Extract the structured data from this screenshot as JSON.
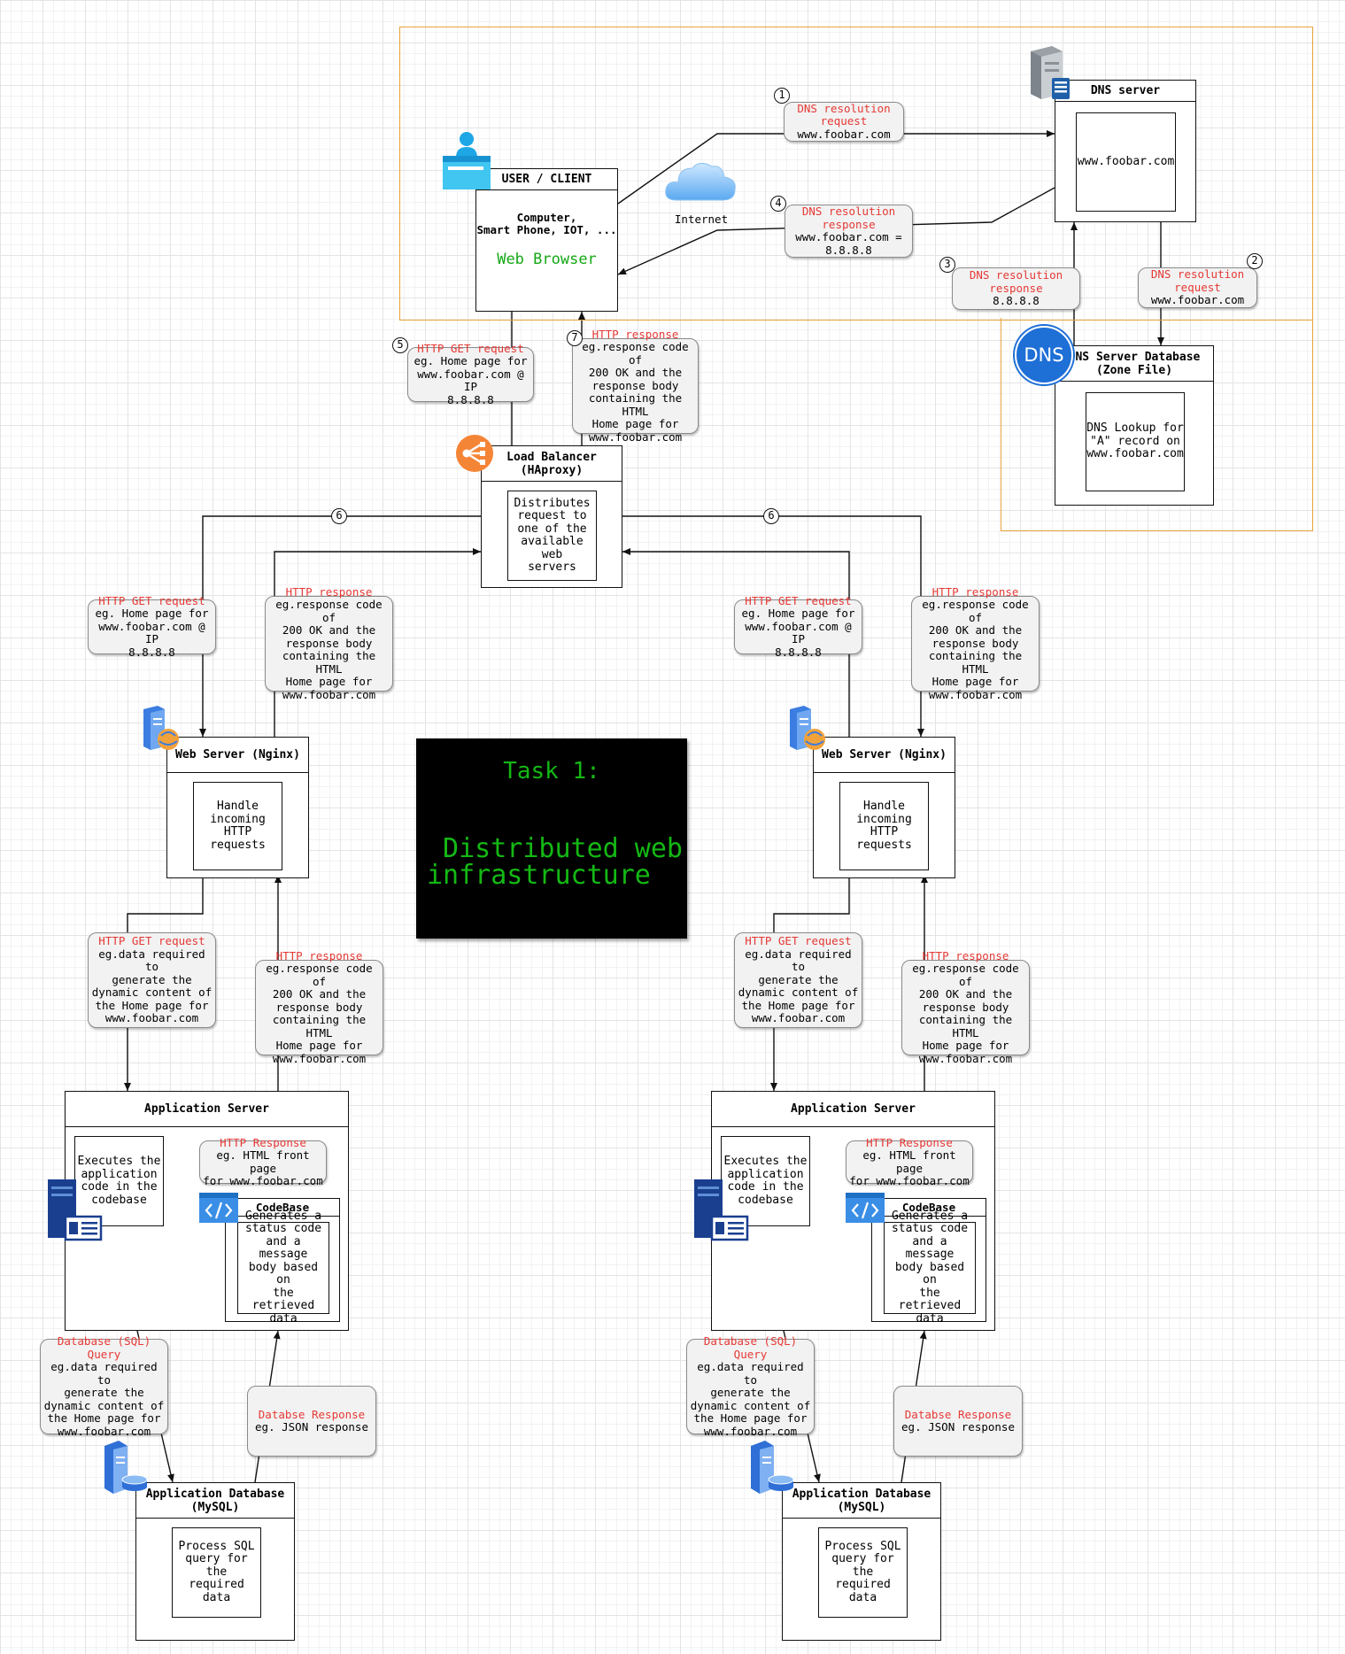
{
  "title_card": {
    "line1": "Task 1:",
    "line2": " Distributed web\ninfrastructure"
  },
  "client": {
    "title": "USER / CLIENT",
    "devices": "Computer,\nSmart Phone, IOT, ...",
    "browser": "Web Browser"
  },
  "internet": {
    "label": "Internet"
  },
  "dns_server": {
    "title": "DNS server",
    "content": "www.foobar.com"
  },
  "dns_db": {
    "title": "DNS Server Database\n(Zone File)",
    "content": "DNS Lookup for\n\"A\" record on\nwww.foobar.com",
    "icon_text": "DNS"
  },
  "load_balancer": {
    "title": "Load Balancer\n(HAproxy)",
    "content": "Distributes\nrequest to\none of the\navailable web\nservers"
  },
  "steps": [
    "1",
    "2",
    "3",
    "4",
    "5",
    "6",
    "6",
    "7"
  ],
  "dns_notes": {
    "n1": {
      "title": "DNS resolution\nrequest",
      "body": "www.foobar.com"
    },
    "n2": {
      "title": "DNS resolution\nrequest",
      "body": "www.foobar.com"
    },
    "n3": {
      "title": "DNS resolution\nresponse",
      "body": "8.8.8.8"
    },
    "n4": {
      "title": "DNS resolution\nresponse",
      "body": "www.foobar.com =\n8.8.8.8"
    }
  },
  "top_notes": {
    "n5": {
      "title": "HTTP GET request",
      "body": "eg. Home page for\nwww.foobar.com @ IP\n8.8.8.8"
    },
    "n7": {
      "title": "HTTP response",
      "body": "eg.response code of\n200 OK and the\nresponse body\ncontaining the HTML\nHome page for\nwww.foobar.com"
    }
  },
  "stacks": [
    {
      "lb_get": {
        "title": "HTTP GET request",
        "body": "eg. Home page for\nwww.foobar.com @ IP\n8.8.8.8"
      },
      "lb_resp": {
        "title": "HTTP response",
        "body": "eg.response code of\n200 OK and the\nresponse body\ncontaining the HTML\nHome page for\nwww.foobar.com"
      },
      "web": {
        "title": "Web Server (Nginx)",
        "content": "Handle\nincoming HTTP\nrequests"
      },
      "app_get": {
        "title": "HTTP GET request",
        "body": "eg.data required to\ngenerate the\ndynamic content of\nthe Home page for\nwww.foobar.com"
      },
      "app_resp": {
        "title": "HTTP response",
        "body": "eg.response code of\n200 OK and the\nresponse body\ncontaining the HTML\nHome page for\nwww.foobar.com"
      },
      "app": {
        "title": "Application Server",
        "content": "Executes the\napplication\ncode in the\ncodebase"
      },
      "code_resp": {
        "title": "HTTP Response",
        "body": "eg. HTML front page\nfor www.foobar.com"
      },
      "codebase": {
        "title": "CodeBase",
        "content": "Generates a\nstatus code\nand a message\nbody based on\nthe retrieved\ndata"
      },
      "db_query": {
        "title": "Database (SQL)\nQuery",
        "body": "eg.data required to\ngenerate the\ndynamic content of\nthe Home page for\nwww.foobar.com"
      },
      "db_resp": {
        "title": "Databse Response",
        "body": "eg. JSON response"
      },
      "db": {
        "title": "Application Database\n(MySQL)",
        "content": "Process SQL\nquery for the\nrequired data"
      }
    },
    {
      "lb_get": {
        "title": "HTTP GET request",
        "body": "eg. Home page for\nwww.foobar.com @ IP\n8.8.8.8"
      },
      "lb_resp": {
        "title": "HTTP response",
        "body": "eg.response code of\n200 OK and the\nresponse body\ncontaining the HTML\nHome page for\nwww.foobar.com"
      },
      "web": {
        "title": "Web Server (Nginx)",
        "content": "Handle\nincoming HTTP\nrequests"
      },
      "app_get": {
        "title": "HTTP GET request",
        "body": "eg.data required to\ngenerate the\ndynamic content of\nthe Home page for\nwww.foobar.com"
      },
      "app_resp": {
        "title": "HTTP response",
        "body": "eg.response code of\n200 OK and the\nresponse body\ncontaining the HTML\nHome page for\nwww.foobar.com"
      },
      "app": {
        "title": "Application Server",
        "content": "Executes the\napplication\ncode in the\ncodebase"
      },
      "code_resp": {
        "title": "HTTP Response",
        "body": "eg. HTML front page\nfor www.foobar.com"
      },
      "codebase": {
        "title": "CodeBase",
        "content": "Generates a\nstatus code\nand a message\nbody based on\nthe retrieved\ndata"
      },
      "db_query": {
        "title": "Database (SQL)\nQuery",
        "body": "eg.data required to\ngenerate the\ndynamic content of\nthe Home page for\nwww.foobar.com"
      },
      "db_resp": {
        "title": "Databse Response",
        "body": "eg. JSON response"
      },
      "db": {
        "title": "Application Database\n(MySQL)",
        "content": "Process SQL\nquery for the\nrequired data"
      }
    }
  ],
  "colors": {
    "zone": "#e8a33a",
    "note_title": "#e53935",
    "browser_text": "#14a814",
    "task_text": "#14b814"
  }
}
